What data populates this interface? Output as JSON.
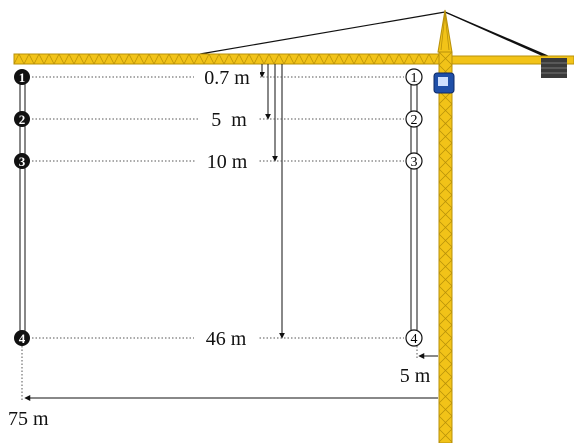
{
  "diagram": {
    "colors": {
      "crane_yellow": "#f2c318",
      "crane_outline": "#b8900a",
      "cab_blue": "#1f4fa8",
      "counterweight": "#3a3a3a",
      "ink": "#111111"
    },
    "depth_labels": [
      "0.7 m",
      "5  m",
      "10 m",
      "46 m"
    ],
    "left_markers": [
      "1",
      "2",
      "3",
      "4"
    ],
    "right_markers": [
      "1",
      "2",
      "3",
      "4"
    ],
    "offset_label": "5 m",
    "span_label": "75 m"
  }
}
